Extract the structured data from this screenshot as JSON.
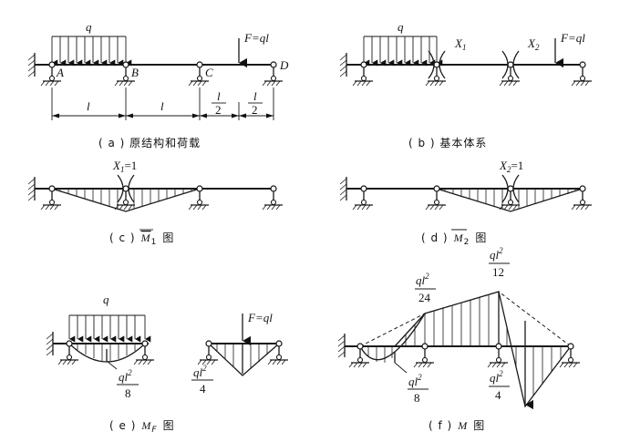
{
  "labels": {
    "q": "q",
    "F": "F=ql",
    "A": "A",
    "B": "B",
    "C": "C",
    "D": "D",
    "l": "l",
    "half_num": "l",
    "half_den": "2",
    "X1": "X",
    "X1_sub": "1",
    "X2": "X",
    "X2_sub": "2",
    "X1_unit": "X",
    "X1_unit_sub": "1",
    "X1_unit_eq": "=1",
    "X2_unit": "X",
    "X2_unit_sub": "2",
    "X2_unit_eq": "=1",
    "ql2_num": "ql",
    "ql2_exp": "2",
    "den_8": "8",
    "den_4": "4",
    "den_24": "24",
    "den_12": "12"
  },
  "captions": {
    "a": "( a ) 原结构和荷载",
    "b": "( b ) 基本体系",
    "c_pre": "( c )",
    "c_M": "M",
    "c_sub": "1",
    "c_post": "图",
    "d_pre": "( d )",
    "d_M": "M",
    "d_sub": "2",
    "d_post": "图",
    "e_pre": "( e )",
    "e_M": "M",
    "e_sub": "F",
    "e_post": "图",
    "f_pre": "( f )",
    "f_M": "M",
    "f_post": "图"
  }
}
